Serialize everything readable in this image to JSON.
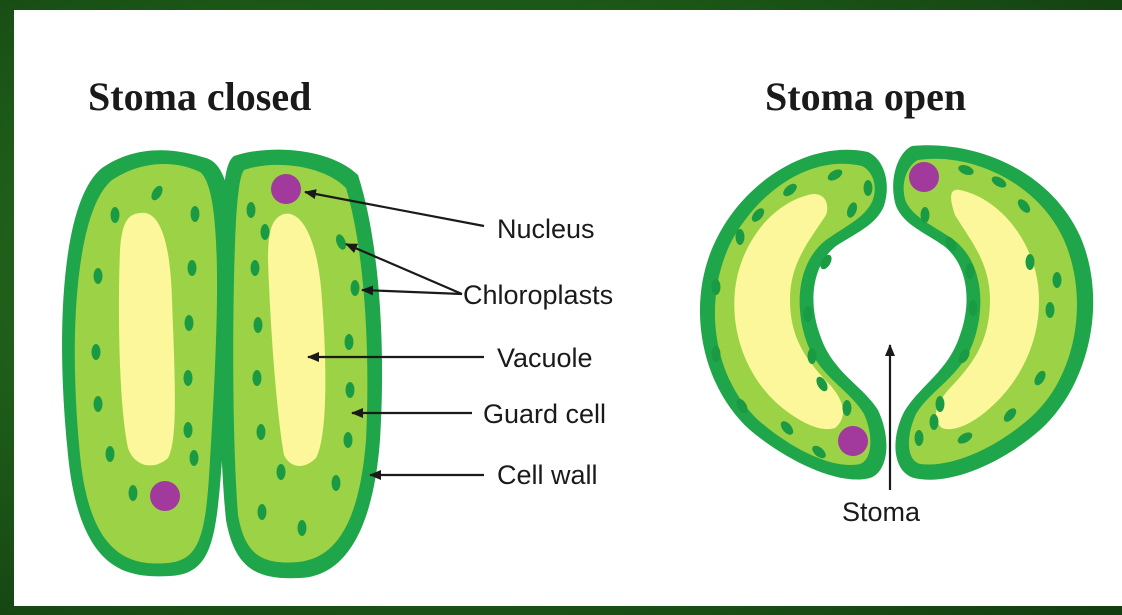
{
  "titles": {
    "closed": "Stoma closed",
    "open": "Stoma open"
  },
  "labels": {
    "nucleus": "Nucleus",
    "chloroplasts": "Chloroplasts",
    "vacuole": "Vacuole",
    "guard_cell": "Guard cell",
    "cell_wall": "Cell wall",
    "stoma": "Stoma"
  },
  "colors": {
    "background": "#1f5a1b",
    "panel": "#ffffff",
    "cell_wall": "#1fa54a",
    "cytoplasm": "#9cd246",
    "vacuole": "#fbf79a",
    "chloroplast": "#1b9a44",
    "nucleus": "#a13a9c",
    "arrow": "#1a1a1a"
  }
}
